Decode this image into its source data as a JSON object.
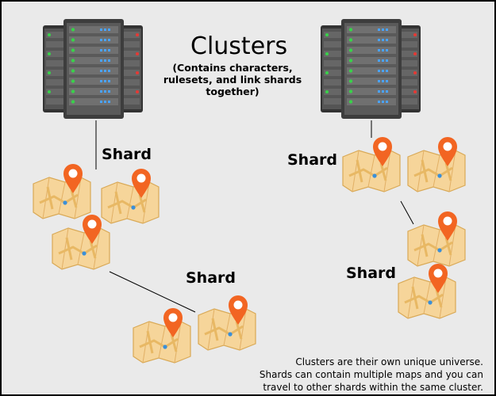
{
  "clusters": {
    "title": "Clusters",
    "subtitle": "(Contains characters, rulesets, and link shards together)"
  },
  "shard_labels": [
    "Shard",
    "Shard",
    "Shard",
    "Shard"
  ],
  "footnote": {
    "line1": "Clusters are their own unique universe.",
    "line2": "Shards can contain multiple maps and you can",
    "line3": "travel to other shards within the same cluster."
  },
  "colors": {
    "background": "#eaeaea",
    "server_body": "#3d3d3d",
    "server_panel": "#5a5a5a",
    "map_paper": "#f6d59a",
    "map_route": "#e8b864",
    "pin": "#f26522",
    "pin_dot": "#3a8fd8",
    "led_green": "#39d14a",
    "led_blue": "#4aa3ff",
    "led_red": "#e53935"
  },
  "icons": {
    "server": "server-rack-icon",
    "map": "map-icon",
    "pin": "location-pin-icon"
  }
}
